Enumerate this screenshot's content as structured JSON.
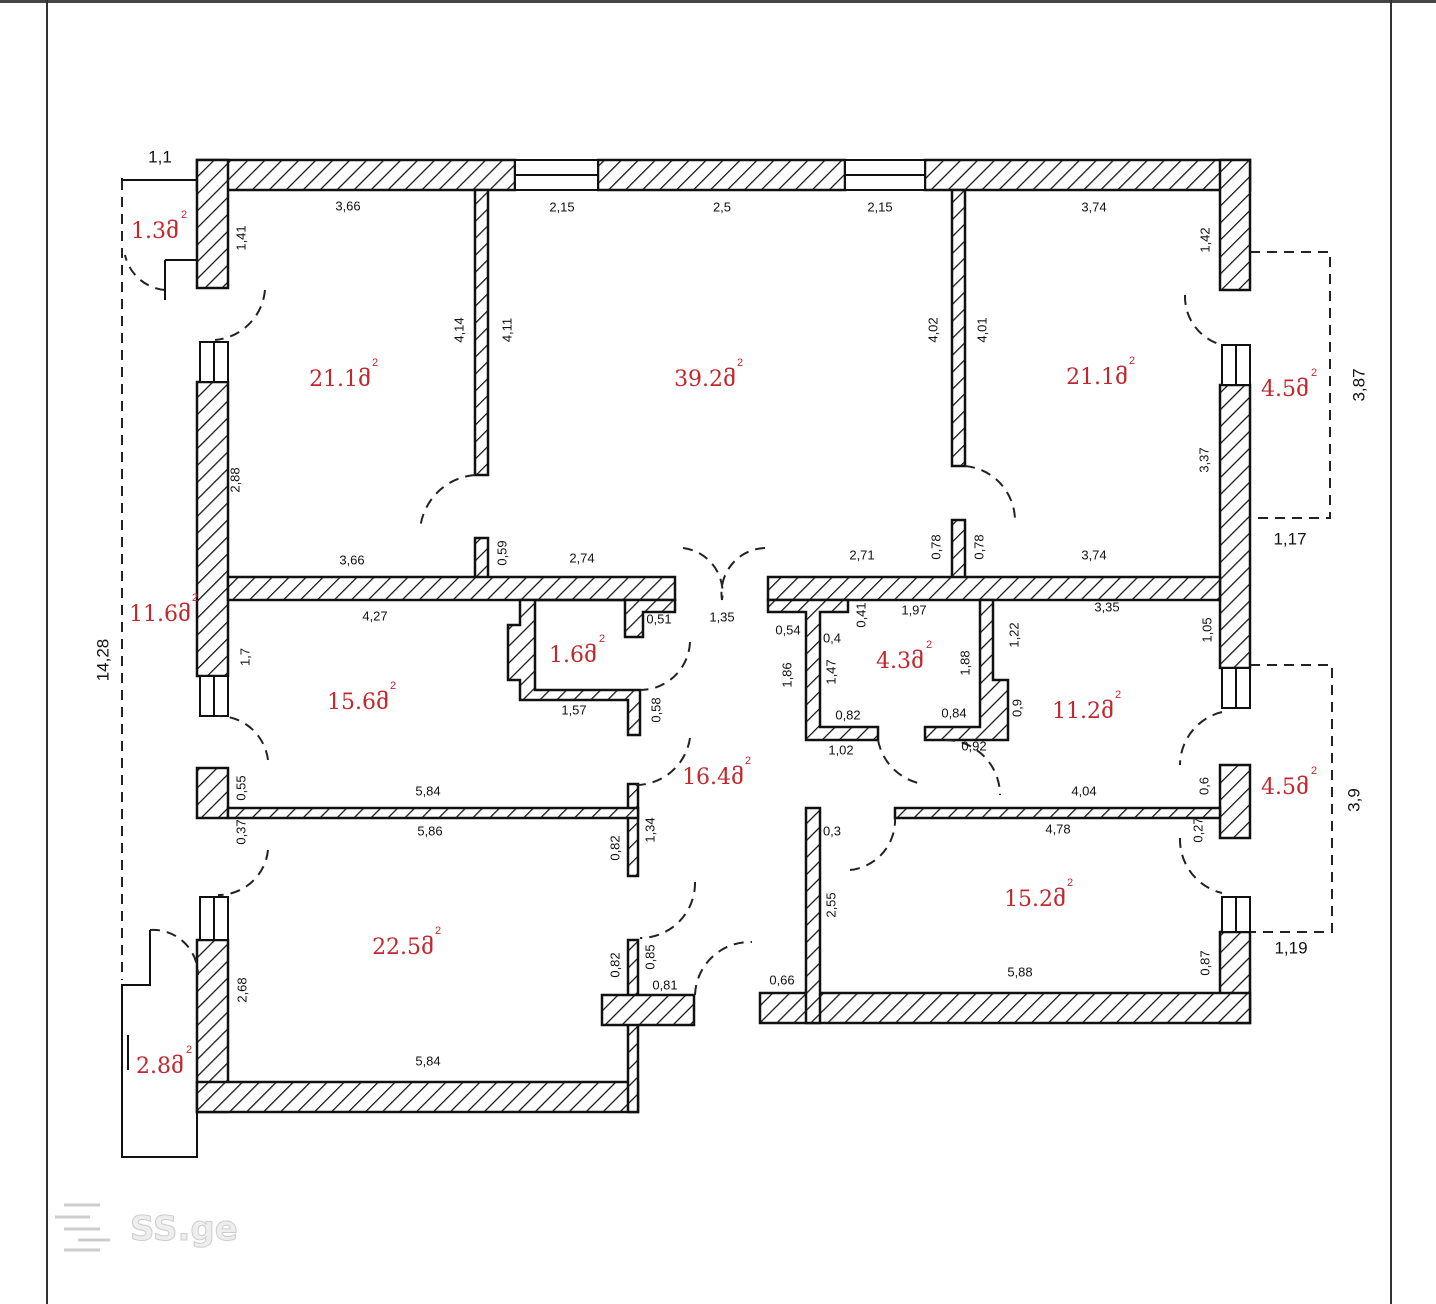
{
  "plan": {
    "watermark": "SS.ge",
    "area_color": "#c0282d",
    "areas": [
      "1.3მ",
      "21.1მ",
      "39.2მ",
      "21.1მ",
      "4.5მ",
      "11.6მ",
      "1.6მ",
      "15.6მ",
      "4.3მ",
      "11.2მ",
      "16.4მ",
      "4.5მ",
      "22.5მ",
      "15.2მ",
      "2.8მ"
    ],
    "area_unit_sup": "2",
    "overall_dimensions": [
      "1,1",
      "3,87",
      "1,17",
      "3,9",
      "1,19",
      "14,28"
    ],
    "dimensions": [
      "3,66",
      "1,41",
      "4,14",
      "2,88",
      "3,66",
      "2,15",
      "2,5",
      "2,15",
      "4,11",
      "4,02",
      "0,59",
      "2,74",
      "2,71",
      "0,78",
      "3,74",
      "1,42",
      "4,01",
      "3,37",
      "0,78",
      "3,74",
      "4,27",
      "1,7",
      "0,55",
      "5,84",
      "0,51",
      "1,57",
      "0,58",
      "1,35",
      "0,54",
      "0,41",
      "1,97",
      "0,4",
      "1,47",
      "1,86",
      "1,88",
      "0,82",
      "0,84",
      "1,02",
      "0,92",
      "3,35",
      "1,22",
      "1,05",
      "0,9",
      "4,04",
      "0,6",
      "0,37",
      "5,86",
      "0,82",
      "1,34",
      "2,68",
      "0,82",
      "0,85",
      "0,81",
      "5,84",
      "0,3",
      "4,78",
      "0,27",
      "2,55",
      "0,66",
      "5,88",
      "0,87"
    ]
  }
}
